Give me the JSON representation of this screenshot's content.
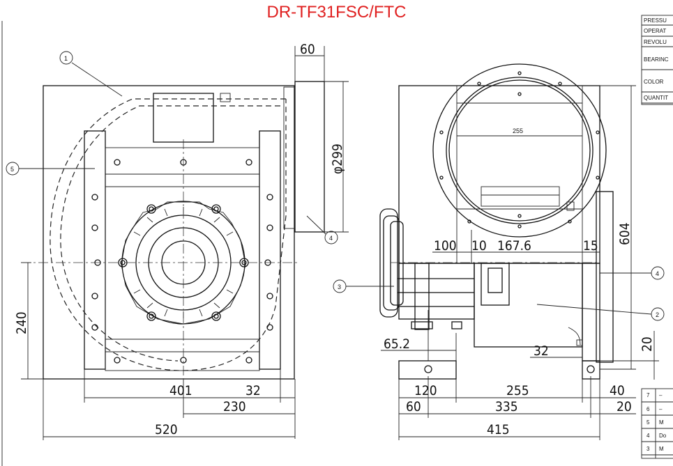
{
  "title": "DR-TF31FSC/FTC",
  "callouts": [
    "1",
    "5",
    "4",
    "3",
    "4",
    "2"
  ],
  "front_view": {
    "dimensions": {
      "flange_width": "60",
      "outlet_diameter": "φ299",
      "height_240": "240",
      "width_401": "401",
      "offset_32": "32",
      "width_230": "230",
      "overall_520": "520"
    }
  },
  "side_view": {
    "inner_label": "255",
    "dimensions": {
      "d100": "100",
      "d10": "10",
      "d167": "167.6",
      "d15": "15",
      "d604": "604",
      "d65": "65.2",
      "d32": "32",
      "d20": "20",
      "d120": "120",
      "d255": "255",
      "d40": "40",
      "d60": "60",
      "d335": "335",
      "d20b": "20",
      "d415": "415"
    }
  },
  "spec_table_rows": [
    "PRESSU",
    "OPERAT",
    "REVOLU",
    "BEARINC",
    "COLOR",
    "QUANTIT"
  ],
  "parts_table_rows": [
    {
      "no": "7",
      "name": "–"
    },
    {
      "no": "6",
      "name": "–"
    },
    {
      "no": "5",
      "name": "M"
    },
    {
      "no": "4",
      "name": "Do"
    },
    {
      "no": "3",
      "name": "M"
    }
  ]
}
